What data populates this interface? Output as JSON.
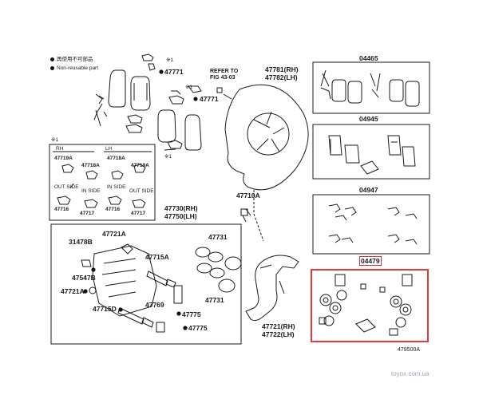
{
  "legend": {
    "reuse_jp": "再使用不可部品",
    "reuse_en": "Non-reusable part"
  },
  "labels": {
    "p47771a": "47771",
    "p47771b": "47771",
    "note1a": "※1",
    "note1b": "※1",
    "note1c": "※1",
    "refer": "REFER TO\nFIG 43-03",
    "p47781": "47781(RH)\n47782(LH)",
    "p04465": "04465",
    "p04945": "04945",
    "p04947": "04947",
    "p04479": "04479",
    "p47710a": "47710A",
    "p47730": "47730(RH)\n47750(LH)",
    "p31478b": "31478B",
    "p47721a_top": "47721A",
    "p47715a": "47715A",
    "p47731a": "47731",
    "p47731b": "47731",
    "p47547b": "47547B",
    "p47721a_left": "47721A",
    "p47769": "47769",
    "p47775a": "47775",
    "p47775b": "47775",
    "p47715d": "47715D",
    "p47721": "47721(RH)\n47722(LH)",
    "fig_no": "479500A",
    "watermark": "toyox.com.ua"
  },
  "note_box": {
    "title": "※1",
    "rh": "RH",
    "lh": "LH",
    "c1": "47719A",
    "c2": "47718A",
    "c3": "47718A",
    "c4": "47719A",
    "outside_a": "OUT SIDE",
    "inside_a": "IN SIDE",
    "inside_b": "IN SIDE",
    "outside_b": "OUT SIDE",
    "b1": "47716",
    "b2": "47717",
    "b3": "47716",
    "b4": "47717"
  },
  "colors": {
    "highlight": "#e43a3a",
    "line": "#1a1a1a",
    "watermark": "#9aa8b8"
  }
}
